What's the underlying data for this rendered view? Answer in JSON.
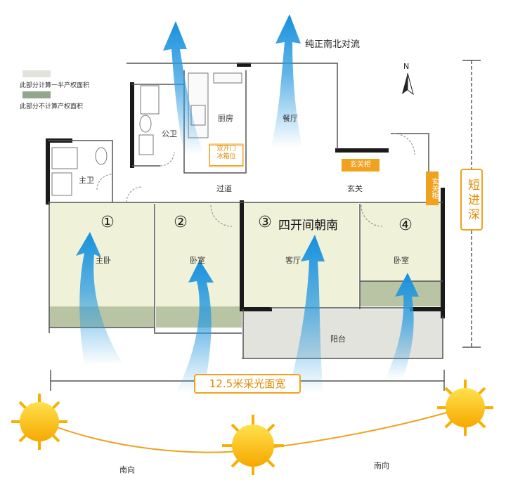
{
  "header": {
    "airflow_label": "纯正南北对流",
    "north": "N"
  },
  "legend": [
    {
      "text": "此部分计算一半产权面积",
      "color": "#e3e3de"
    },
    {
      "text": "此部分不计算产权面积",
      "color": "#93a78c"
    }
  ],
  "rooms": {
    "kitchen": "厨房",
    "dining": "餐厅",
    "public_bath": "公卫",
    "master_bath": "主卫",
    "corridor": "过道",
    "entry": "玄关",
    "master_bedroom": "主卧",
    "bedroom_2": "卧室",
    "living": "客厅",
    "bedroom_4": "卧室",
    "balcony": "阳台"
  },
  "tags": {
    "fridge_line1": "双开门",
    "fridge_line2": "冰箱位",
    "shoe_cabinet": "玄关柜",
    "side_cabinet": "玄关柜"
  },
  "room_numbers": [
    "①",
    "②",
    "③",
    "④"
  ],
  "headline": "四开间朝南",
  "frontage": "12.5米采光面宽",
  "depth": "短进深",
  "orientation": [
    "南向",
    "南向"
  ]
}
